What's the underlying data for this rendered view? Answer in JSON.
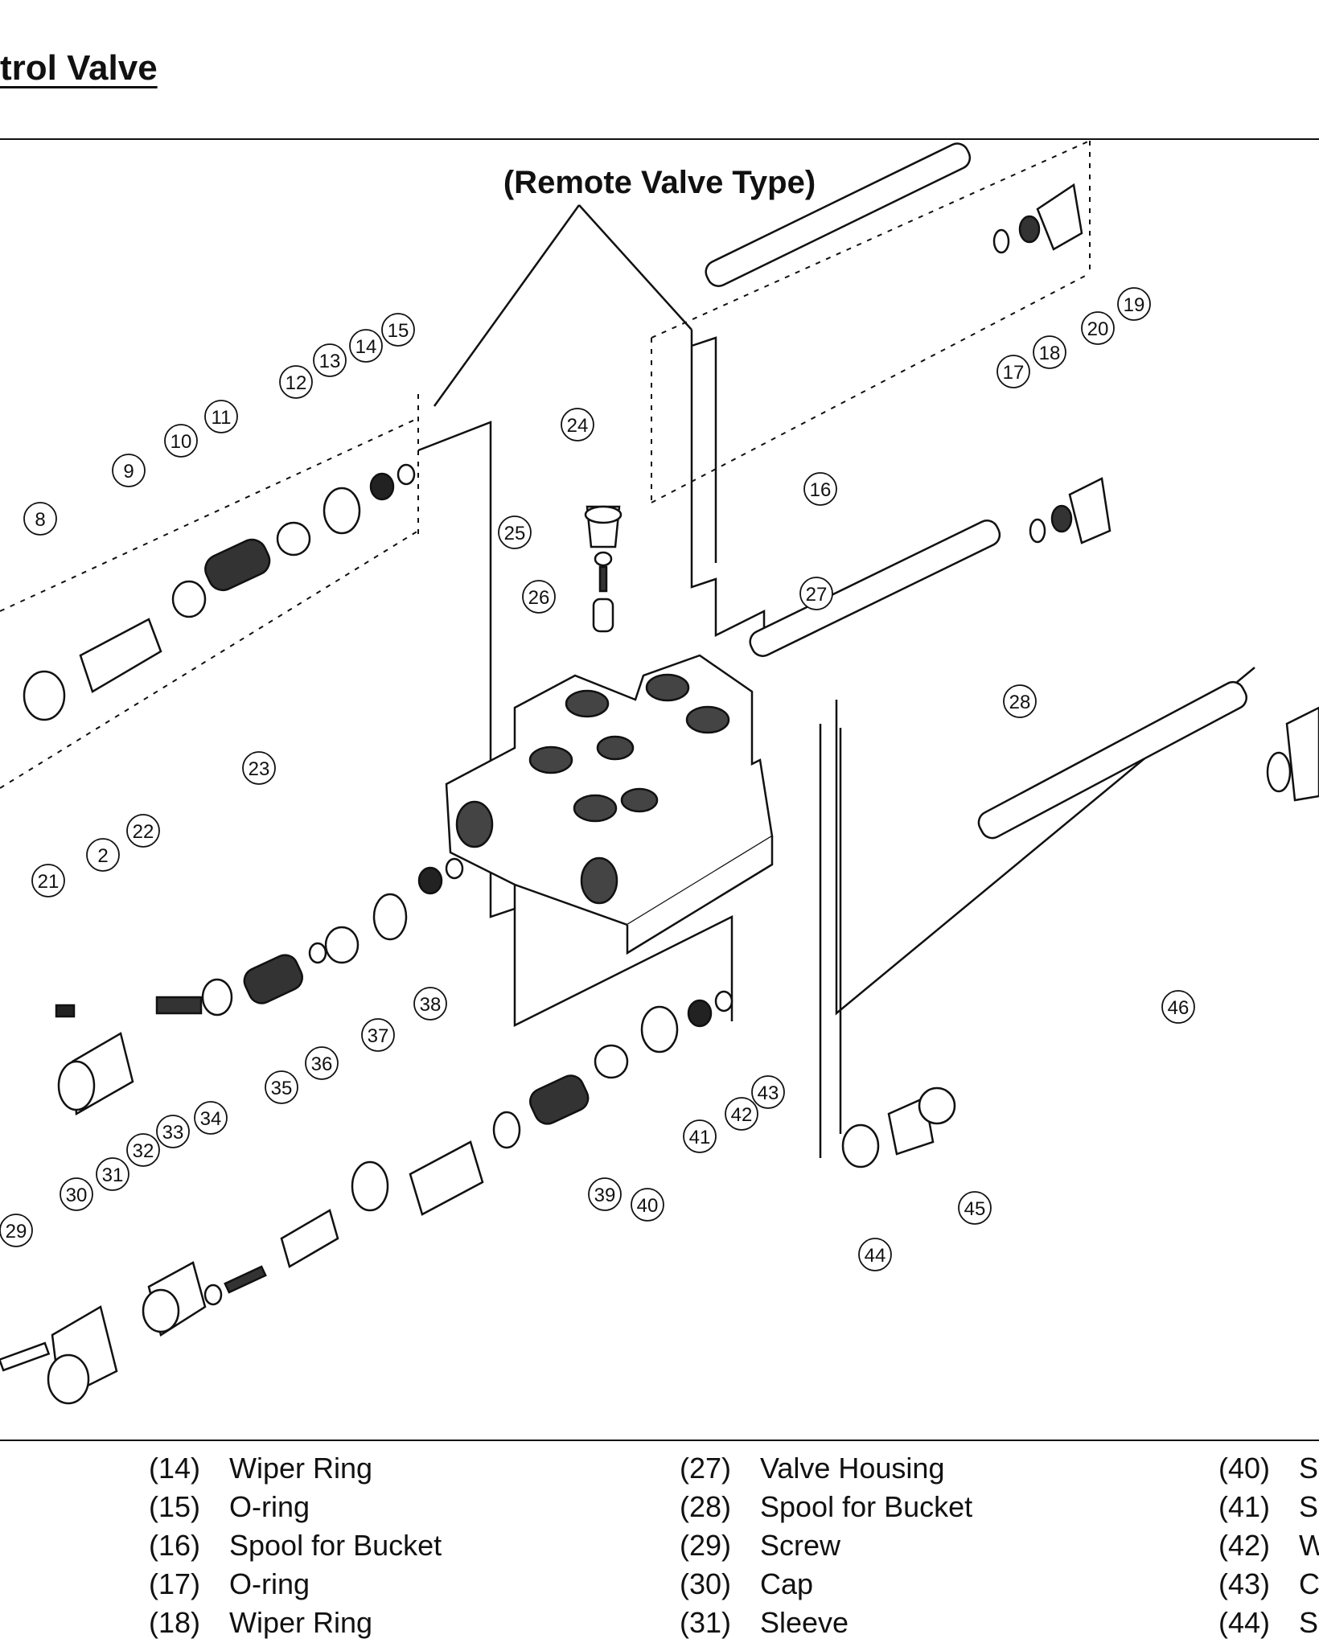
{
  "page": {
    "title": "trol Valve",
    "subtitle": "(Remote Valve Type)"
  },
  "callouts": [
    "8",
    "9",
    "10",
    "11",
    "12",
    "13",
    "14",
    "15",
    "24",
    "25",
    "26",
    "27",
    "16",
    "17",
    "18",
    "19",
    "20",
    "28",
    "21",
    "2",
    "22",
    "23",
    "29",
    "30",
    "31",
    "32",
    "33",
    "34",
    "35",
    "36",
    "37",
    "38",
    "39",
    "40",
    "41",
    "42",
    "43",
    "44",
    "45",
    "46"
  ],
  "legend": {
    "col1": [
      {
        "num": "(14)",
        "name": "Wiper Ring"
      },
      {
        "num": "(15)",
        "name": "O-ring"
      },
      {
        "num": "(16)",
        "name": "Spool for Bucket"
      },
      {
        "num": "(17)",
        "name": "O-ring"
      },
      {
        "num": "(18)",
        "name": "Wiper Ring"
      }
    ],
    "col2": [
      {
        "num": "(27)",
        "name": "Valve Housing"
      },
      {
        "num": "(28)",
        "name": "Spool for Bucket"
      },
      {
        "num": "(29)",
        "name": "Screw"
      },
      {
        "num": "(30)",
        "name": "Cap"
      },
      {
        "num": "(31)",
        "name": "Sleeve"
      }
    ],
    "col3": [
      {
        "num": "(40)",
        "name": "S"
      },
      {
        "num": "(41)",
        "name": "S"
      },
      {
        "num": "(42)",
        "name": "W"
      },
      {
        "num": "(43)",
        "name": "C"
      },
      {
        "num": "(44)",
        "name": "S"
      }
    ]
  }
}
